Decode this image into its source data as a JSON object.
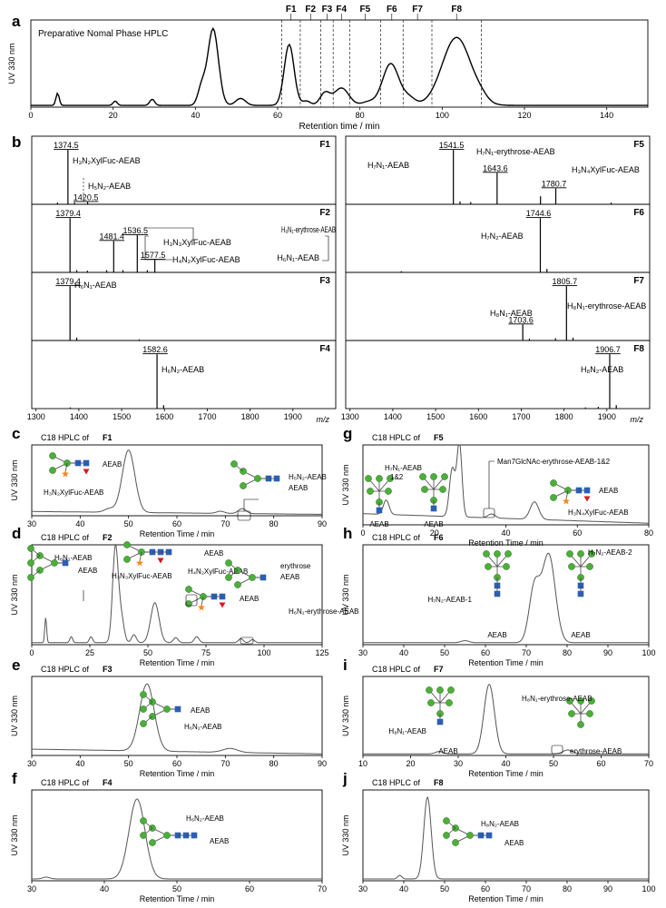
{
  "chart_data": [
    {
      "id": "a",
      "panel_label": "a",
      "type": "line",
      "title": "Preparative Nomal Phase HPLC",
      "xlabel": "Retention time / min",
      "ylabel": "UV 330 nm",
      "xlim": [
        0,
        150
      ],
      "x_ticks": [
        "0",
        "20",
        "40",
        "60",
        "80",
        "100",
        "120",
        "140"
      ],
      "fraction_labels": [
        "F1",
        "F2",
        "F3",
        "F4",
        "F5",
        "F6",
        "F7",
        "F8"
      ],
      "fraction_boundaries": [
        61,
        65.5,
        70.5,
        73.5,
        77.5,
        85,
        90.5,
        97.5,
        109.5
      ],
      "series": [
        {
          "peaks": [
            [
              6.5,
              0.14,
              0.4
            ],
            [
              20.5,
              0.05,
              0.5
            ],
            [
              29.5,
              0.07,
              0.6
            ],
            [
              41.5,
              0.2,
              0.9
            ],
            [
              44.3,
              0.88,
              1.3
            ],
            [
              51,
              0.08,
              1.2
            ],
            [
              62.8,
              0.7,
              1.2
            ],
            [
              67,
              0.05,
              1
            ],
            [
              71.5,
              0.14,
              1.2
            ],
            [
              75.5,
              0.2,
              1.8
            ],
            [
              82,
              0.04,
              1.5
            ],
            [
              87.5,
              0.48,
              2.0
            ],
            [
              92,
              0.08,
              1.5
            ],
            [
              103.5,
              0.78,
              3.5
            ],
            [
              109.5,
              0.04,
              1.5
            ]
          ]
        }
      ]
    },
    {
      "id": "b-F1",
      "panel_label": "b",
      "type": "bar",
      "fraction": "F1",
      "xlim": [
        1290,
        2000
      ],
      "peaks": [
        {
          "mz": 1374.5,
          "v": 0.95
        },
        {
          "mz": 1420.5,
          "v": 0.04
        },
        {
          "mz": 1350,
          "v": 0.03
        },
        {
          "mz": 1390,
          "v": 0.03
        }
      ],
      "annotations": [
        {
          "mz_label": "1374.5",
          "text": "H₃N₂XylFuc-AEAB"
        },
        {
          "mz_label": "1420.5",
          "text": "H₅N₂-AEAB"
        }
      ]
    },
    {
      "id": "b-F2",
      "type": "bar",
      "fraction": "F2",
      "xlim": [
        1290,
        2000
      ],
      "peaks": [
        {
          "mz": 1379.4,
          "v": 0.95
        },
        {
          "mz": 1481.4,
          "v": 0.55
        },
        {
          "mz": 1536.5,
          "v": 0.65
        },
        {
          "mz": 1577.5,
          "v": 0.22
        },
        {
          "mz": 1395,
          "v": 0.04
        },
        {
          "mz": 1420,
          "v": 0.03
        },
        {
          "mz": 1465,
          "v": 0.04
        },
        {
          "mz": 1503,
          "v": 0.04
        },
        {
          "mz": 1560,
          "v": 0.04
        }
      ],
      "annotations": [
        {
          "mz_label": "1379.4",
          "text": ""
        },
        {
          "mz_label": "1481.4",
          "text": ""
        },
        {
          "mz_label": "1536.5",
          "text": "H₃N₃XylFuc-AEAB"
        },
        {
          "mz_label": "1577.5",
          "text": "H₄N₂XylFuc-AEAB"
        },
        {
          "mz_label": "",
          "text": "H₆N₁-erythrose-AEAB"
        },
        {
          "mz_label": "",
          "text": "H₆N₁-AEAB"
        }
      ]
    },
    {
      "id": "b-F3",
      "type": "bar",
      "fraction": "F3",
      "xlim": [
        1290,
        2000
      ],
      "peaks": [
        {
          "mz": 1379.4,
          "v": 0.95
        },
        {
          "mz": 1395,
          "v": 0.05
        },
        {
          "mz": 1541,
          "v": 0.02
        }
      ],
      "annotations": [
        {
          "mz_label": "1379.4",
          "text": "H₆N₁-AEAB"
        }
      ]
    },
    {
      "id": "b-F4",
      "type": "bar",
      "fraction": "F4",
      "xlim": [
        1290,
        2000
      ],
      "peaks": [
        {
          "mz": 1582.6,
          "v": 0.95
        },
        {
          "mz": 1598,
          "v": 0.06
        },
        {
          "mz": 1380,
          "v": 0.02
        }
      ],
      "annotations": [
        {
          "mz_label": "1582.6",
          "text": "H₆N₂-AEAB"
        }
      ]
    },
    {
      "id": "b-F5",
      "type": "bar",
      "fraction": "F5",
      "xlim": [
        1290,
        2000
      ],
      "peaks": [
        {
          "mz": 1541.5,
          "v": 0.95
        },
        {
          "mz": 1643.6,
          "v": 0.55
        },
        {
          "mz": 1780.7,
          "v": 0.28
        },
        {
          "mz": 1557,
          "v": 0.05
        },
        {
          "mz": 1582,
          "v": 0.04
        },
        {
          "mz": 1745,
          "v": 0.14
        },
        {
          "mz": 1910,
          "v": 0.03
        }
      ],
      "annotations": [
        {
          "mz_label": "1541.5",
          "text": "H₇N₁-AEAB"
        },
        {
          "mz_label": "1643.6",
          "text": "H₇N₁-erythrose-AEAB"
        },
        {
          "mz_label": "1780.7",
          "text": "H₃N₄XylFuc-AEAB"
        }
      ]
    },
    {
      "id": "b-F6",
      "type": "bar",
      "fraction": "F6",
      "xlim": [
        1290,
        2000
      ],
      "peaks": [
        {
          "mz": 1744.6,
          "v": 0.95
        },
        {
          "mz": 1760,
          "v": 0.06
        },
        {
          "mz": 1420,
          "v": 0.02
        }
      ],
      "annotations": [
        {
          "mz_label": "1744.6",
          "text": "H₇N₂-AEAB"
        }
      ]
    },
    {
      "id": "b-F7",
      "type": "bar",
      "fraction": "F7",
      "xlim": [
        1290,
        2000
      ],
      "peaks": [
        {
          "mz": 1805.7,
          "v": 0.95
        },
        {
          "mz": 1703.6,
          "v": 0.28
        },
        {
          "mz": 1821,
          "v": 0.05
        },
        {
          "mz": 1780,
          "v": 0.04
        },
        {
          "mz": 1719,
          "v": 0.03
        }
      ],
      "annotations": [
        {
          "mz_label": "1805.7",
          "text": "H₈N₁-erythrose-AEAB"
        },
        {
          "mz_label": "1703.6",
          "text": "H₈N₁-AEAB"
        }
      ]
    },
    {
      "id": "b-F8",
      "type": "bar",
      "fraction": "F8",
      "xlim": [
        1290,
        2000
      ],
      "x_ticks": [
        "1300",
        "1400",
        "1500",
        "1600",
        "1700",
        "1800",
        "1900"
      ],
      "xlabel": "m/z",
      "peaks": [
        {
          "mz": 1906.7,
          "v": 0.95
        },
        {
          "mz": 1922,
          "v": 0.06
        },
        {
          "mz": 1880,
          "v": 0.03
        },
        {
          "mz": 1850,
          "v": 0.02
        }
      ],
      "annotations": [
        {
          "mz_label": "1906.7",
          "text": "H₈N₂-AEAB"
        }
      ]
    },
    {
      "id": "c",
      "panel_label": "c",
      "type": "line",
      "title_prefix": "C18 HPLC of ",
      "title_fraction": "F1",
      "xlabel": "Retention Time / min",
      "ylabel": "UV 330 nm",
      "xlim": [
        30,
        90
      ],
      "x_ticks": [
        "30",
        "40",
        "50",
        "60",
        "70",
        "80",
        "90"
      ],
      "series": [
        {
          "peaks": [
            [
              50,
              0.88,
              1.3
            ],
            [
              46,
              0.05,
              1
            ],
            [
              73.5,
              0.07,
              0.8
            ],
            [
              69,
              0.03,
              0.8
            ]
          ]
        }
      ],
      "labels": [
        "AEAB",
        "H₃N₂XylFuc-AEAB",
        "H₅N₂-AEAB",
        "AEAB"
      ]
    },
    {
      "id": "d",
      "panel_label": "d",
      "type": "line",
      "title_prefix": "C18 HPLC of ",
      "title_fraction": "F2",
      "xlabel": "Retention Time / min",
      "ylabel": "UV 330 nm",
      "xlim": [
        0,
        125
      ],
      "x_ticks": [
        "0",
        "25",
        "50",
        "75",
        "100",
        "125"
      ],
      "series": [
        {
          "peaks": [
            [
              6,
              0.25,
              0.4
            ],
            [
              17,
              0.06,
              0.6
            ],
            [
              25.5,
              0.06,
              0.7
            ],
            [
              36,
              0.95,
              1.2
            ],
            [
              38.5,
              0.25,
              1.2
            ],
            [
              44,
              0.08,
              1
            ],
            [
              53,
              0.4,
              1.8
            ],
            [
              62,
              0.05,
              1
            ],
            [
              71,
              0.06,
              1
            ],
            [
              90,
              0.04,
              1
            ],
            [
              95,
              0.03,
              1
            ]
          ]
        }
      ],
      "labels": [
        "H₆N₁-AEAB",
        "AEAB",
        "AEAB",
        "H₃N₃XylFuc-AEAB",
        "H₄N₂XylFuc-AEAB",
        "AEAB",
        "erythrose",
        "AEAB",
        "H₆N₁-erythrose-AEAB"
      ]
    },
    {
      "id": "e",
      "panel_label": "e",
      "type": "line",
      "title_prefix": "C18 HPLC of ",
      "title_fraction": "F3",
      "xlabel": "Retention Time / min",
      "ylabel": "UV 330 nm",
      "xlim": [
        30,
        90
      ],
      "x_ticks": [
        "30",
        "40",
        "50",
        "60",
        "70",
        "80",
        "90"
      ],
      "series": [
        {
          "peaks": [
            [
              53.8,
              0.85,
              1.5
            ],
            [
              71,
              0.05,
              1.5
            ]
          ]
        }
      ],
      "labels": [
        "AEAB",
        "H₆N₁-AEAB"
      ]
    },
    {
      "id": "f",
      "panel_label": "f",
      "type": "line",
      "title_prefix": "C18 HPLC of ",
      "title_fraction": "F4",
      "xlabel": "Retention Time / min",
      "ylabel": "UV 330 nm",
      "xlim": [
        30,
        70
      ],
      "x_ticks": [
        "30",
        "40",
        "50",
        "60",
        "70"
      ],
      "series": [
        {
          "peaks": [
            [
              44.5,
              0.88,
              1.1
            ],
            [
              32,
              0.02,
              0.5
            ]
          ]
        }
      ],
      "labels": [
        "H₆N₂-AEAB",
        "AEAB"
      ]
    },
    {
      "id": "g",
      "panel_label": "g",
      "type": "line",
      "title_prefix": "C18 HPLC of ",
      "title_fraction": "F5",
      "xlabel": "Retention Time / min",
      "ylabel": "UV 330 nm",
      "xlim": [
        0,
        80
      ],
      "x_ticks": [
        "0",
        "20",
        "40",
        "60",
        "80"
      ],
      "series": [
        {
          "peaks": [
            [
              6.5,
              0.18,
              0.8
            ],
            [
              25,
              0.6,
              0.8
            ],
            [
              27,
              0.92,
              0.7
            ],
            [
              36,
              0.05,
              1
            ],
            [
              48,
              0.22,
              1.2
            ]
          ]
        }
      ],
      "labels": [
        "H₇N₁-AEAB",
        "1&2",
        "Man7GlcNAc-erythrose-AEAB-1&2",
        "AEAB",
        "AEAB",
        "AEAB",
        "H₃N₄XylFuc-AEAB"
      ]
    },
    {
      "id": "h",
      "panel_label": "h",
      "type": "line",
      "title_prefix": "C18 HPLC of ",
      "title_fraction": "F6",
      "xlabel": "Retention Time / min",
      "ylabel": "UV 330 nm",
      "xlim": [
        30,
        100
      ],
      "x_ticks": [
        "30",
        "40",
        "50",
        "60",
        "70",
        "80",
        "90",
        "100"
      ],
      "series": [
        {
          "peaks": [
            [
              72,
              0.55,
              1.3
            ],
            [
              75.5,
              0.88,
              1.6
            ],
            [
              55,
              0.02,
              1
            ]
          ]
        }
      ],
      "labels": [
        "H₇N₂-AEAB-1",
        "AEAB",
        "H₇N₂-AEAB-2",
        "AEAB"
      ]
    },
    {
      "id": "i",
      "panel_label": "i",
      "type": "line",
      "title_prefix": "C18 HPLC of ",
      "title_fraction": "F7",
      "xlabel": "Retention Time / min",
      "ylabel": "UV 330 nm",
      "xlim": [
        10,
        70
      ],
      "x_ticks": [
        "10",
        "20",
        "30",
        "40",
        "50",
        "60",
        "70"
      ],
      "series": [
        {
          "peaks": [
            [
              36.5,
              0.88,
              1.1
            ],
            [
              26,
              0.03,
              0.8
            ],
            [
              53,
              0.05,
              1
            ]
          ]
        }
      ],
      "labels": [
        "H₈N₁-AEAB",
        "AEAB",
        "H₈N₁-erythrose-AEAB",
        "erythrose-AEAB"
      ]
    },
    {
      "id": "j",
      "panel_label": "j",
      "type": "line",
      "title_prefix": "C18 HPLC of ",
      "title_fraction": "F8",
      "xlabel": "Retention Time / min",
      "ylabel": "UV 330 nm",
      "xlim": [
        30,
        100
      ],
      "x_ticks": [
        "30",
        "40",
        "50",
        "60",
        "70",
        "80",
        "90",
        "100"
      ],
      "series": [
        {
          "peaks": [
            [
              45.8,
              0.9,
              0.9
            ],
            [
              39,
              0.04,
              0.5
            ]
          ]
        }
      ],
      "labels": [
        "H₈N₂-AEAB",
        "AEAB"
      ]
    }
  ],
  "colors": {
    "mannose_green": "#4caf3a",
    "glcnac_blue": "#2b5fb4",
    "xylose_orange": "#f08a24",
    "fucose_red": "#d7191c",
    "trace": "#000000",
    "trace_c18": "#555555"
  },
  "icons": [
    "mannose-circle-icon",
    "glcnac-square-icon",
    "xylose-star-icon",
    "fucose-triangle-icon"
  ]
}
